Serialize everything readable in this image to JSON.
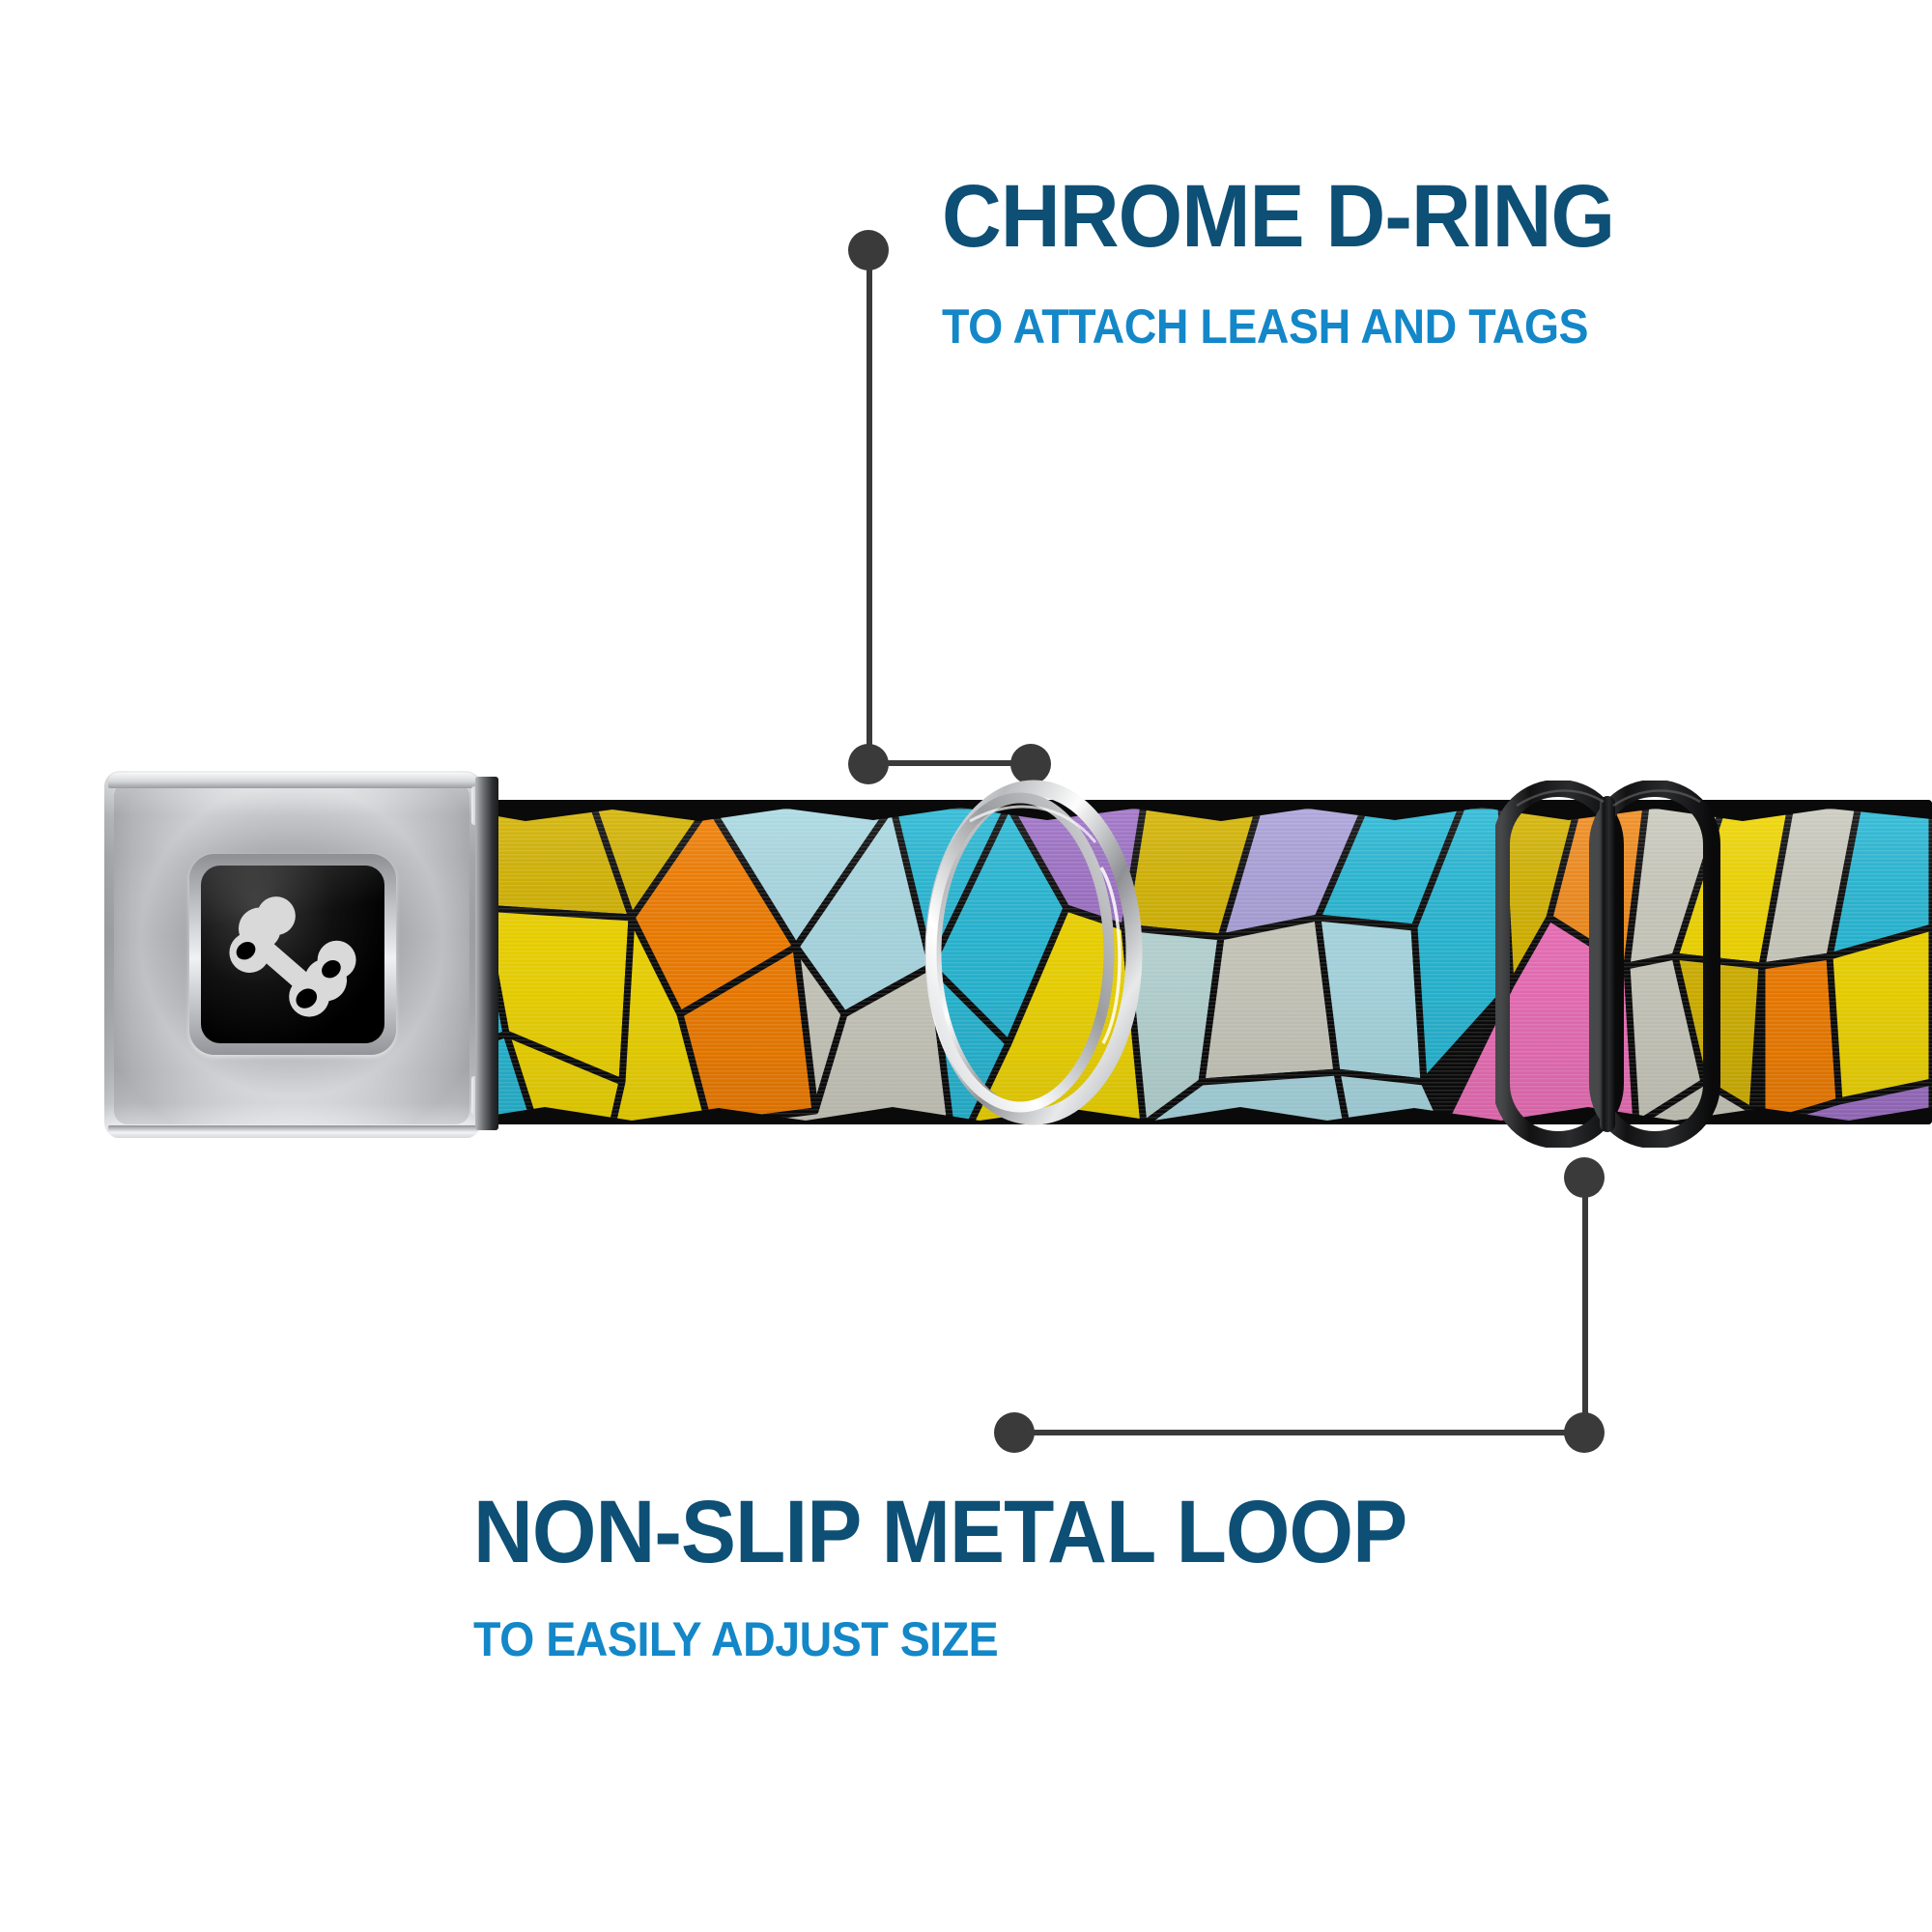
{
  "product": {
    "type": "seatbelt-buckle-dog-collar",
    "background_color": "#ffffff",
    "buckle": {
      "name": "Chrome seatbelt buckle",
      "logo": "dog-bone-icon",
      "logo_color": "#d9d9d9",
      "plate_color": "#000000",
      "metal_color": "#a9abaf"
    },
    "strap": {
      "name": "Geometric stained-glass webbing",
      "border_color": "#0a0a0a",
      "palette": [
        "#d2b200",
        "#efd500",
        "#f07c00",
        "#f08a1c",
        "#2fc0dd",
        "#27b7d4",
        "#a9d8e2",
        "#b7d6d4",
        "#e45fae",
        "#ec6fb8",
        "#a97fd0",
        "#9c6fc4",
        "#c9c9bd",
        "#b9c3bd",
        "#d7d8cf",
        "#9bb0ad"
      ]
    },
    "d_ring": {
      "name": "Chrome double D-ring",
      "metal_color": "#c8c9cb"
    },
    "slider_loop": {
      "name": "Non-slip black metal tri-glide loop",
      "color": "#111111"
    }
  },
  "callouts": [
    {
      "id": "chrome-d-ring",
      "title": "CHROME D-RING",
      "subtitle": "TO ATTACH LEASH AND TAGS",
      "title_color": "#0d4f75",
      "subtitle_color": "#1387c8",
      "leader_color": "#3a3a3a",
      "position": "top-right"
    },
    {
      "id": "non-slip-metal-loop",
      "title": "NON-SLIP METAL LOOP",
      "subtitle": "TO EASILY ADJUST SIZE",
      "title_color": "#0d4f75",
      "subtitle_color": "#1387c8",
      "leader_color": "#3a3a3a",
      "position": "bottom-left"
    }
  ]
}
